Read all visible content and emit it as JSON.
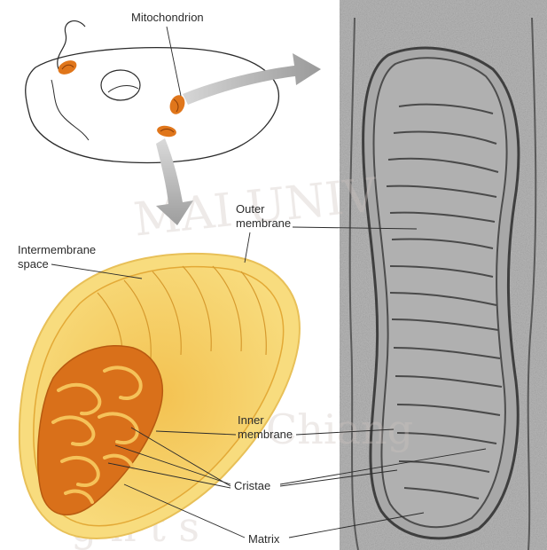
{
  "labels": {
    "mitochondrion": "Mitochondrion",
    "outer_membrane_1": "Outer",
    "outer_membrane_2": "membrane",
    "intermembrane_1": "Intermembrane",
    "intermembrane_2": "space",
    "inner_membrane_1": "Inner",
    "inner_membrane_2": "membrane",
    "cristae": "Cristae",
    "matrix": "Matrix"
  },
  "watermark": {
    "line1": "MAI UNIV",
    "line2": "Chiang",
    "line3": "g h t s"
  },
  "colors": {
    "organelle_orange": "#e0761b",
    "mito_outer": "#f6d36a",
    "mito_inner": "#efb23c",
    "matrix": "#d9701a",
    "micrograph_bg": "#b9b9b9",
    "micrograph_membrane": "#4a4a4a",
    "arrow_gray": "#a9a9a9"
  }
}
